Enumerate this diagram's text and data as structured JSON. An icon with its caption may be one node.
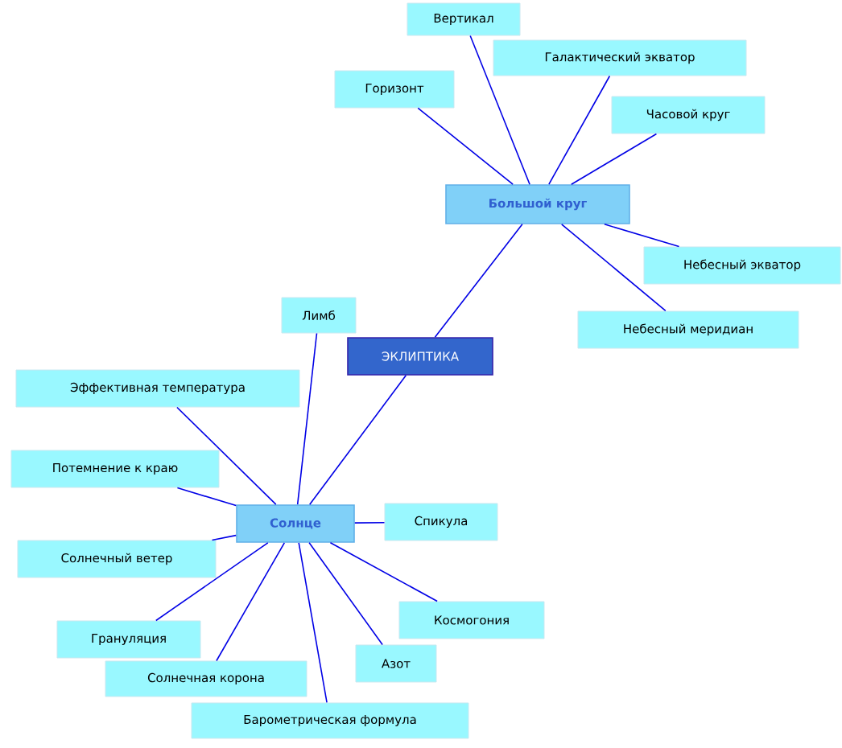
{
  "diagram": {
    "nodes": [
      {
        "text": [
          "Вертикал"
        ]
      },
      {
        "text": [
          "Галактический экватор"
        ]
      },
      {
        "text": [
          "Горизонт"
        ]
      },
      {
        "text": [
          "Часовой круг"
        ]
      },
      {
        "text": [
          "Большой круг"
        ]
      },
      {
        "text": [
          "Небесный экватор"
        ]
      },
      {
        "text": [
          "Небесный меридиан"
        ]
      },
      {
        "text": [
          "ЭКЛИПТИКА"
        ]
      },
      {
        "text": [
          "Лимб"
        ]
      },
      {
        "text": [
          "Эффективная температура"
        ]
      },
      {
        "text": [
          "Потемнение к краю"
        ]
      },
      {
        "text": [
          "Солнце"
        ]
      },
      {
        "text": [
          "Спикула"
        ]
      },
      {
        "text": [
          "Солнечный ветер"
        ]
      },
      {
        "text": [
          "Космогония"
        ]
      },
      {
        "text": [
          "Грануляция"
        ]
      },
      {
        "text": [
          "Азот"
        ]
      },
      {
        "text": [
          "Солнечная корона"
        ]
      },
      {
        "text": [
          "Барометрическая формула"
        ]
      }
    ],
    "edges": [
      {
        "from": 7,
        "to": 4,
        "arrow": "none"
      },
      {
        "from": 4,
        "to": 0,
        "arrow": "none"
      },
      {
        "from": 4,
        "to": 1,
        "arrow": "none"
      },
      {
        "from": 4,
        "to": 2,
        "arrow": "none"
      },
      {
        "from": 4,
        "to": 3,
        "arrow": "none"
      },
      {
        "from": 4,
        "to": 5,
        "arrow": "none"
      },
      {
        "from": 4,
        "to": 6,
        "arrow": "none"
      },
      {
        "from": 7,
        "to": 11,
        "arrow": "none"
      },
      {
        "from": 11,
        "to": 8,
        "arrow": "none"
      },
      {
        "from": 11,
        "to": 9,
        "arrow": "none"
      },
      {
        "from": 11,
        "to": 10,
        "arrow": "none"
      },
      {
        "from": 11,
        "to": 12,
        "arrow": "none"
      },
      {
        "from": 11,
        "to": 13,
        "arrow": "none"
      },
      {
        "from": 11,
        "to": 14,
        "arrow": "none"
      },
      {
        "from": 11,
        "to": 15,
        "arrow": "none"
      },
      {
        "from": 11,
        "to": 16,
        "arrow": "none"
      },
      {
        "from": 11,
        "to": 17,
        "arrow": "none"
      },
      {
        "from": 11,
        "to": 18,
        "arrow": "none"
      }
    ]
  }
}
